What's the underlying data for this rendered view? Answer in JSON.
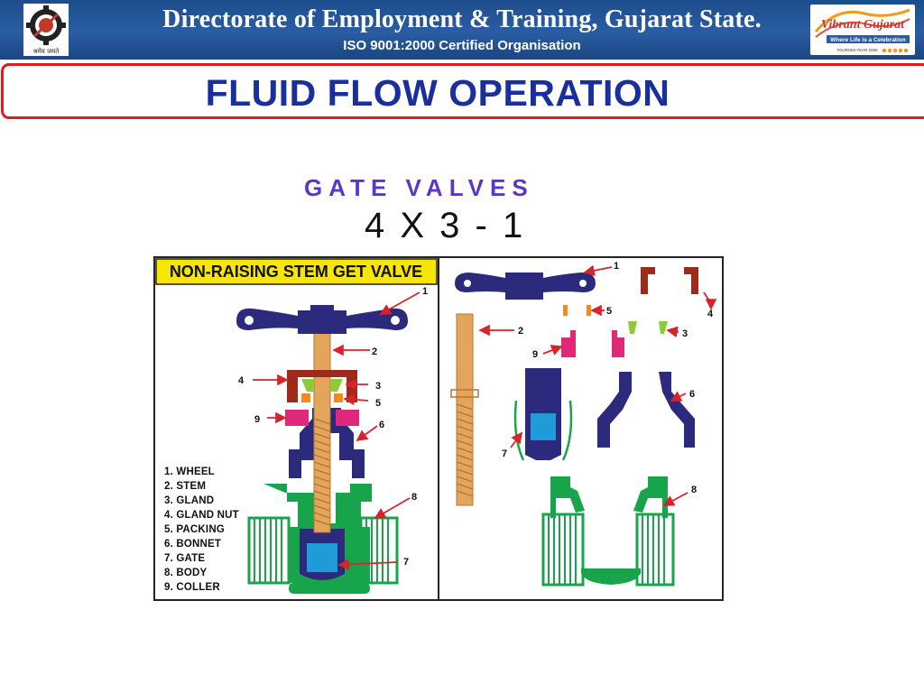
{
  "header": {
    "title": "Directorate of Employment & Training, Gujarat State.",
    "subtitle": "ISO 9001:2000 Certified Organisation",
    "left_logo_icon": "gear-emblem-icon",
    "left_logo_text": "श्रमेव जयते",
    "right_logo_icon": "vibrant-gujarat-logo-icon",
    "right_logo_title": "Vibrant Gujarat",
    "right_logo_tagline": "Where Life is a Celebration",
    "right_logo_footer": "TOURISM YEAR 2006"
  },
  "page_title": "FLUID FLOW OPERATION",
  "section_heading": "GATE VALVES",
  "code": "4 X 3 - 1",
  "diagram": {
    "banner": "NON-RAISING STEM GET VALVE",
    "legend": [
      "1. WHEEL",
      "2. STEM",
      "3. GLAND",
      "4. GLAND NUT",
      "5. PACKING",
      "6. BONNET",
      "7. GATE",
      "8. BODY",
      "9. COLLER"
    ],
    "assembled_callouts": [
      "1",
      "2",
      "3",
      "4",
      "5",
      "6",
      "7",
      "8",
      "9"
    ],
    "exploded_callouts": [
      "1",
      "5",
      "4",
      "2",
      "3",
      "9",
      "6",
      "7",
      "8"
    ]
  },
  "colors": {
    "header_blue": "#2a5da3",
    "title_border_red": "#e11b22",
    "title_text": "#1a2f9e",
    "heading_purple": "#5b37c9",
    "banner_yellow": "#f7e600",
    "wheel_navy": "#2c2a7c",
    "stem_tan": "#e3a55d",
    "gland_nut_red": "#9e2a1c",
    "gland_green": "#8ccc3a",
    "packing_orange": "#f08a24",
    "coller_magenta": "#e0287a",
    "gate_blue": "#1f9bd7",
    "body_green": "#17a44a",
    "arrow_red": "#d8232a"
  }
}
